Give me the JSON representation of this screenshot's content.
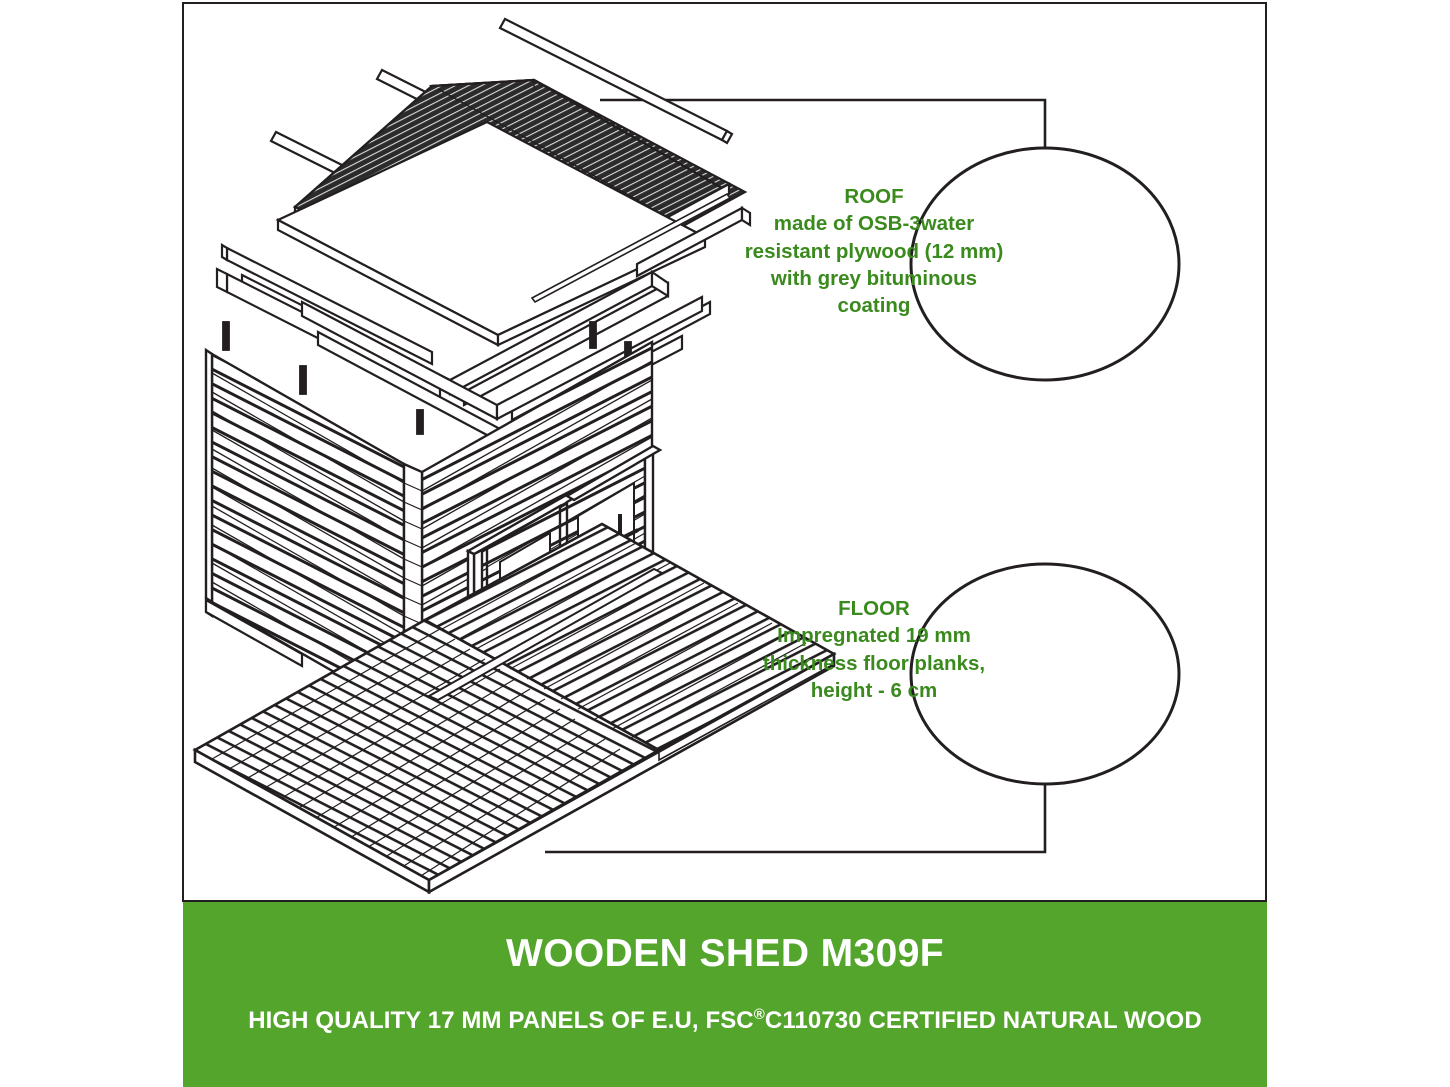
{
  "colors": {
    "banner_green": "#54a52c",
    "callout_green": "#3a8a1e",
    "line_black": "#231f20",
    "roof_fill": "#2b2b2b",
    "background": "#ffffff"
  },
  "banner": {
    "title": "WOODEN SHED M309F",
    "subtitle_before": "HIGH QUALITY 17 MM PANELS OF E.U, FSC",
    "subtitle_superscript": "®",
    "subtitle_after": "C110730 CERTIFIED NATURAL WOOD"
  },
  "callouts": [
    {
      "id": "roof",
      "heading": "ROOF",
      "lines": [
        "made of OSB-3water",
        "resistant plywood (12 mm)",
        "with grey bituminous",
        "coating"
      ]
    },
    {
      "id": "floor",
      "heading": "FLOOR",
      "lines": [
        "Impregnated 19 mm",
        "thickness floor planks,",
        "height - 6 cm"
      ]
    }
  ],
  "diagram": {
    "name": "exploded-isometric-wooden-shed",
    "parts": [
      "roof-battens",
      "bituminous-roof-panels",
      "roof-boards",
      "roof-frame-beams",
      "wall-panels",
      "corner-posts",
      "double-door",
      "floor-planks"
    ]
  }
}
